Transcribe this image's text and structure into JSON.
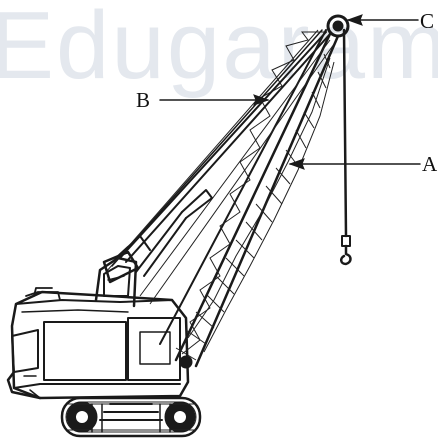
{
  "watermark": {
    "text": "Edugarami"
  },
  "labels": {
    "a": "A",
    "b": "B",
    "c": "C"
  }
}
